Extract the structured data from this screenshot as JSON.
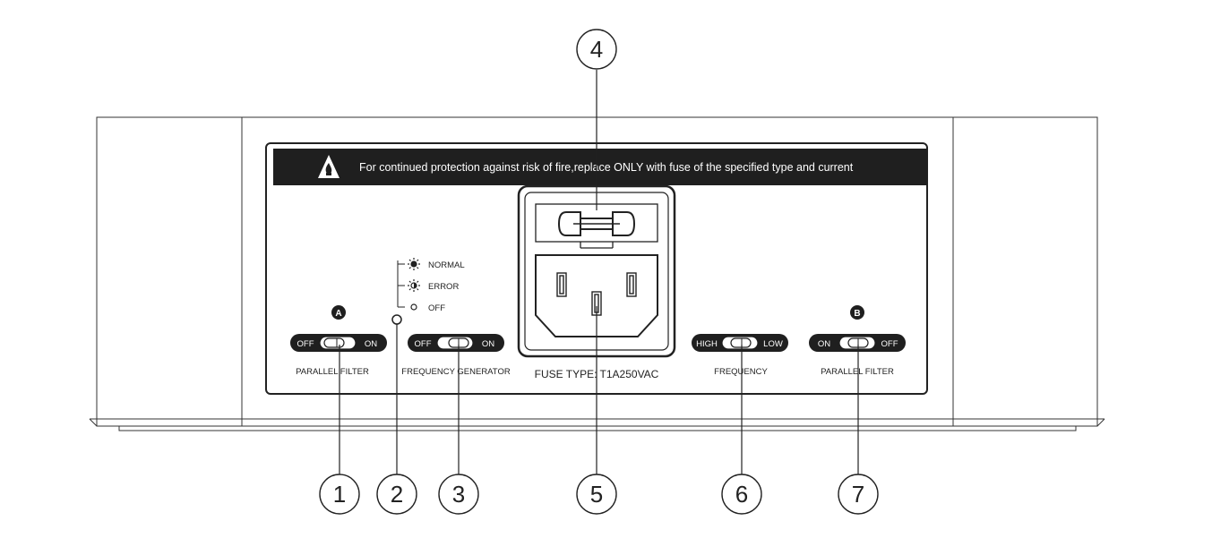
{
  "warning": {
    "text": "For continued protection against risk of fire,replace ONLY with fuse of the specified type and current"
  },
  "fuse_label": "FUSE TYPE: T1A250VAC",
  "indicator_legend": {
    "normal": "NORMAL",
    "error": "ERROR",
    "off": "OFF"
  },
  "switches": {
    "parallel_filter_a": {
      "badge": "A",
      "left": "OFF",
      "right": "ON",
      "caption": "PARALLEL FILTER"
    },
    "frequency_generator": {
      "left": "OFF",
      "right": "ON",
      "caption": "FREQUENCY GENERATOR"
    },
    "frequency": {
      "left": "HIGH",
      "right": "LOW",
      "caption": "FREQUENCY"
    },
    "parallel_filter_b": {
      "badge": "B",
      "left": "ON",
      "right": "OFF",
      "caption": "PARALLEL FILTER"
    }
  },
  "callouts": {
    "c1": "1",
    "c2": "2",
    "c3": "3",
    "c4": "4",
    "c5": "5",
    "c6": "6",
    "c7": "7"
  }
}
